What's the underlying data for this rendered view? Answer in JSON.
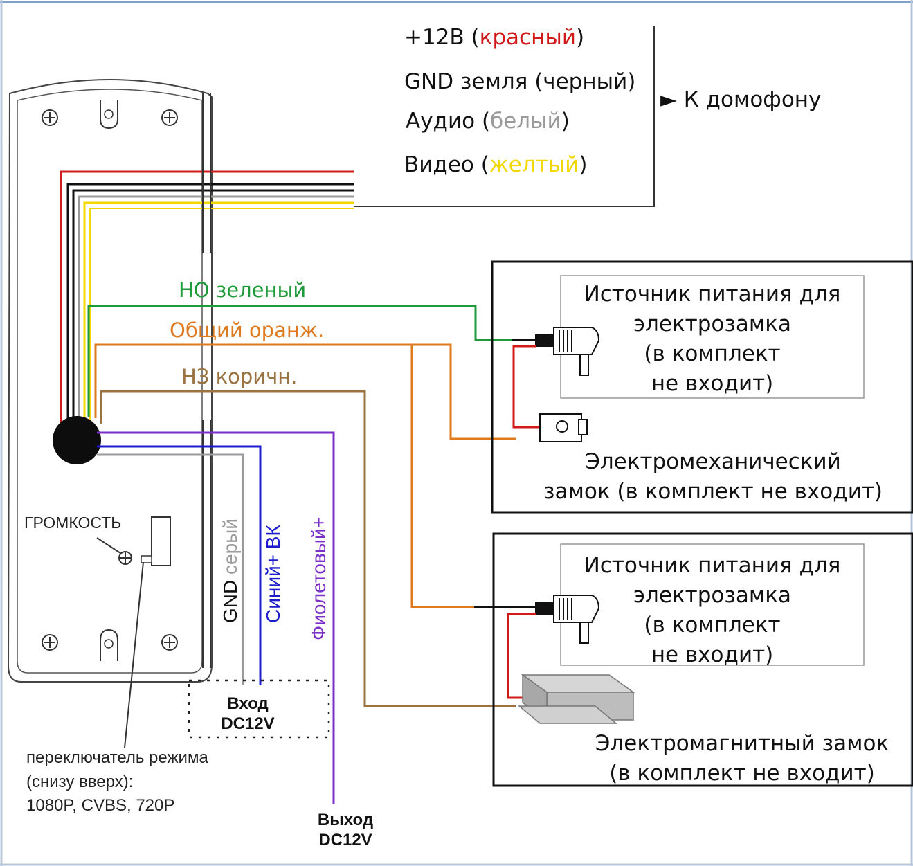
{
  "wires_top": [
    {
      "label": "+12В",
      "color_name": "красный",
      "color": "#d11a1a"
    },
    {
      "label": "GND земля",
      "color_name": "черный",
      "color": "#111111"
    },
    {
      "label": "Аудио",
      "color_name": "белый",
      "color": "#9a9a9a"
    },
    {
      "label": "Видео",
      "color_name": "желтый",
      "color": "#f2d800"
    }
  ],
  "to_intercom": "► К домофону",
  "wire_labels": {
    "green": {
      "text": "НО зеленый",
      "color": "#1e9a3a"
    },
    "orange": {
      "text": "Общий оранж.",
      "color": "#e07a1e"
    },
    "brown": {
      "text": "НЗ коричн.",
      "color": "#9b7340"
    },
    "gnd_prefix": "GND",
    "gnd_color_word": "серый",
    "blue": {
      "text": "Синий+ ВК",
      "color": "#1c1ccc"
    },
    "violet": {
      "text": "Фиолетовый+",
      "color": "#7a2fc8"
    }
  },
  "volume_label": "ГРОМКОСТЬ",
  "mode_switch": {
    "line1": "переключатель режима",
    "line2": "(снизу вверх):",
    "line3": "1080P, CVBS, 720P"
  },
  "input_dc": {
    "line1": "Вход",
    "line2": "DC12V"
  },
  "output_dc": {
    "line1": "Выход",
    "line2": "DC12V"
  },
  "box1": {
    "power_source": [
      "Источник питания для",
      "электрозамка",
      "(в комплект",
      "не входит)"
    ],
    "lock": [
      "Электромеханический",
      "замок (в комплект не входит)"
    ]
  },
  "box2": {
    "power_source": [
      "Источник питания для",
      "электрозамка",
      "(в комплект",
      "не входит)"
    ],
    "lock": [
      "Электромагнитный замок",
      "(в комплект не входит)"
    ]
  },
  "colors": {
    "red": "#d11a1a",
    "black": "#111111",
    "gray": "#9a9a9a",
    "yellow": "#f2d800",
    "frame": "#7fa2c8"
  }
}
